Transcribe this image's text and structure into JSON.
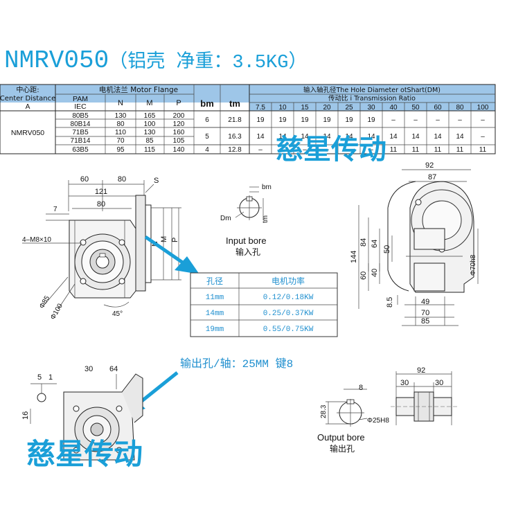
{
  "title": {
    "model": "NMRV050",
    "note": "（铝壳 净重：3.5KG）"
  },
  "spec_table": {
    "header_center_distance": [
      "中心距:",
      "Center Distance",
      "A"
    ],
    "header_motor_flange": "电机法兰 Motor Flange",
    "header_pam": [
      "PAM",
      "IEC"
    ],
    "header_n": "N",
    "header_m": "M",
    "header_p": "P",
    "header_bm": "bm",
    "header_tm": "tm",
    "header_input_bore": "输入轴孔径The Hole Diameter otShart(DM)",
    "header_ratio": "传动比 i Transmission Ratio",
    "ratios": [
      "7.5",
      "10",
      "15",
      "20",
      "25",
      "30",
      "40",
      "50",
      "60",
      "80",
      "100"
    ],
    "model_cell": "NMRV050",
    "rows": [
      {
        "pam": "80B5",
        "n": "130",
        "m": "165",
        "p": "200"
      },
      {
        "pam": "80B14",
        "n": "80",
        "m": "100",
        "p": "120"
      },
      {
        "pam": "71B5",
        "n": "110",
        "m": "130",
        "p": "160"
      },
      {
        "pam": "71B14",
        "n": "70",
        "m": "85",
        "p": "105"
      },
      {
        "pam": "63B5",
        "n": "95",
        "m": "115",
        "p": "140"
      }
    ],
    "bm_tm": [
      {
        "bm": "6",
        "tm": "21.8"
      },
      {
        "bm": "5",
        "tm": "16.3"
      },
      {
        "bm": "4",
        "tm": "12.8"
      }
    ],
    "bore_rows": [
      [
        "19",
        "19",
        "19",
        "19",
        "19",
        "19",
        "–",
        "–",
        "–",
        "–",
        "–"
      ],
      [
        "14",
        "14",
        "14",
        "14",
        "14",
        "14",
        "14",
        "14",
        "14",
        "14",
        "–"
      ],
      [
        "–",
        "–",
        "–",
        "–",
        "–",
        "–",
        "11",
        "11",
        "11",
        "11",
        "11"
      ]
    ]
  },
  "watermark": "慈星传动",
  "input_bore": {
    "label_en": "Input bore",
    "label_cn": "输入孔",
    "bm": "bm",
    "dm": "Dm",
    "tm": "tm"
  },
  "power_table": {
    "headers": [
      "孔径",
      "电机功率"
    ],
    "rows": [
      [
        "11mm",
        "0.12/0.18KW"
      ],
      [
        "14mm",
        "0.25/0.37KW"
      ],
      [
        "19mm",
        "0.55/0.75KW"
      ]
    ]
  },
  "output_note": "输出孔/轴：25MM 键8",
  "output_bore": {
    "label_en": "Output bore",
    "label_cn": "输出孔",
    "dims": {
      "key": "8",
      "height": "28.3",
      "bore": "Φ25H8"
    }
  },
  "front_view_dims": {
    "d60": "60",
    "d80a": "80",
    "d121": "121",
    "d80b": "80",
    "d7": "7",
    "bolts": "4–M8×10",
    "S": "S",
    "N": "N",
    "M": "M",
    "P": "P",
    "phi85": "Φ85",
    "phi100": "Φ100",
    "angle": "45°"
  },
  "side_view_dims": {
    "d92": "92",
    "d87": "87",
    "d84": "84",
    "d64": "64",
    "d50": "50",
    "d144": "144",
    "d60": "60",
    "d40": "40",
    "d8_5": "8.5",
    "d49": "49",
    "d70": "70",
    "d85": "85",
    "phi70": "Φ70h8"
  },
  "bottom_view_dims": {
    "d5": "5",
    "d1": "1",
    "d16": "16",
    "d30": "30",
    "d64": "64"
  },
  "shaft_dims": {
    "d92": "92",
    "d30a": "30",
    "d30b": "30"
  }
}
